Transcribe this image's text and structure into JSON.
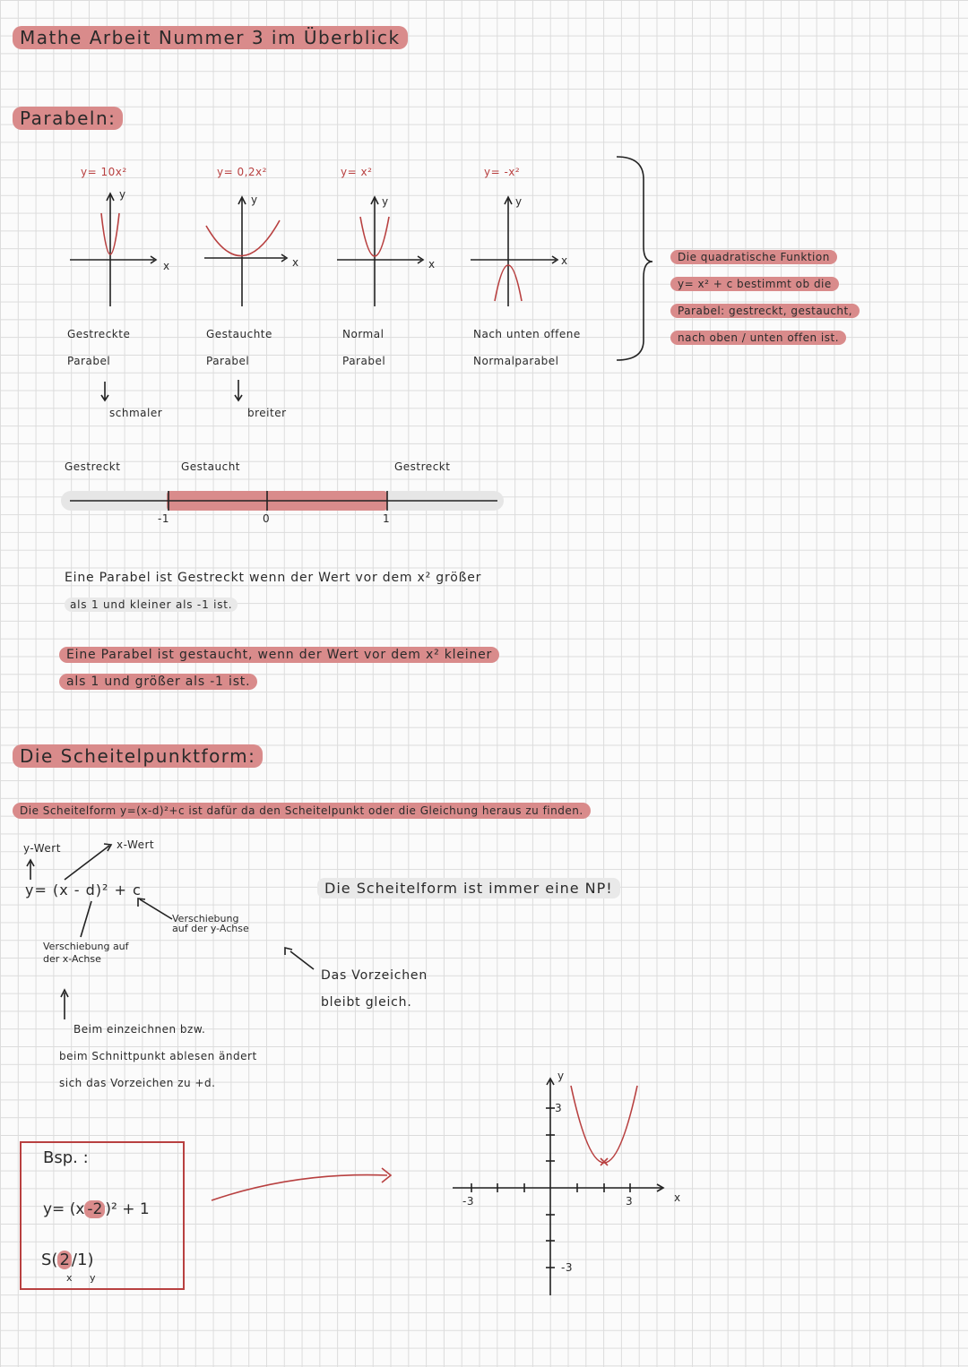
{
  "header": {
    "title": "Mathe Arbeit Nummer 3 im Überblick"
  },
  "section1": {
    "heading": "Parabeln:",
    "graphs": [
      {
        "eq": "y= 10x²",
        "label1": "Gestreckte",
        "label2": "Parabel",
        "arrow_note": "schmaler"
      },
      {
        "eq": "y= 0,2x²",
        "label1": "Gestauchte",
        "label2": "Parabel",
        "arrow_note": "breiter"
      },
      {
        "eq": "y= x²",
        "label1": "Normal",
        "label2": "Parabel",
        "arrow_note": ""
      },
      {
        "eq": "y= -x²",
        "label1": "Nach unten offene",
        "label2": "Normalparabel",
        "arrow_note": ""
      }
    ],
    "axis_x": "x",
    "axis_y": "y",
    "side_note": [
      "Die quadratische Funktion",
      "y= x² + c bestimmt ob die",
      "Parabel: gestreckt, gestaucht,",
      "nach oben / unten offen ist."
    ],
    "numberline": {
      "labels": [
        "Gestreckt",
        "Gestaucht",
        "Gestreckt"
      ],
      "ticks": [
        "-1",
        "0",
        "1"
      ]
    },
    "rule1": [
      "Eine Parabel ist Gestreckt wenn der Wert vor dem x² größer",
      "als 1 und kleiner als -1 ist."
    ],
    "rule2": [
      "Eine Parabel ist gestaucht, wenn der Wert vor dem x² kleiner",
      "als 1 und größer als -1 ist."
    ]
  },
  "section2": {
    "heading": "Die Scheitelpunktform:",
    "intro": "Die Scheitelform y=(x-d)²+c ist dafür da den Scheitelpunkt oder die Gleichung heraus zu finden.",
    "formula": "y= (x - d)² + c",
    "ann_yvalue": "y-Wert",
    "ann_xvalue": "x-Wert",
    "ann_shift_y": [
      "Verschiebung",
      "auf der y-Achse"
    ],
    "ann_shift_x": [
      "Verschiebung auf",
      "der x-Achse"
    ],
    "ann_sign_same": [
      "Das Vorzeichen",
      "bleibt gleich."
    ],
    "ann_sign_change": [
      "Beim einzeichnen bzw.",
      "beim Schnittpunkt ablesen ändert",
      "sich das Vorzeichen zu +d."
    ],
    "np_note": "Die Scheitelform ist immer eine NP!",
    "example": {
      "label": "Bsp. :",
      "eq_prefix": "y= (x",
      "eq_highlight": "-2",
      "eq_suffix": ")² + 1",
      "vertex_prefix": "S(",
      "vertex_x": "2",
      "vertex_sep": "/",
      "vertex_y": "1",
      "vertex_suffix": ")",
      "vertex_xlabel": "x",
      "vertex_ylabel": "y"
    },
    "graph": {
      "ticks": {
        "x_neg": "-3",
        "x_pos": "3",
        "y_pos": "3",
        "y_neg": "-3"
      },
      "axis_x": "x",
      "axis_y": "y"
    }
  },
  "colors": {
    "highlight": "#d98b8b",
    "curve_red": "#b84040",
    "grid": "#dcdcdc"
  }
}
